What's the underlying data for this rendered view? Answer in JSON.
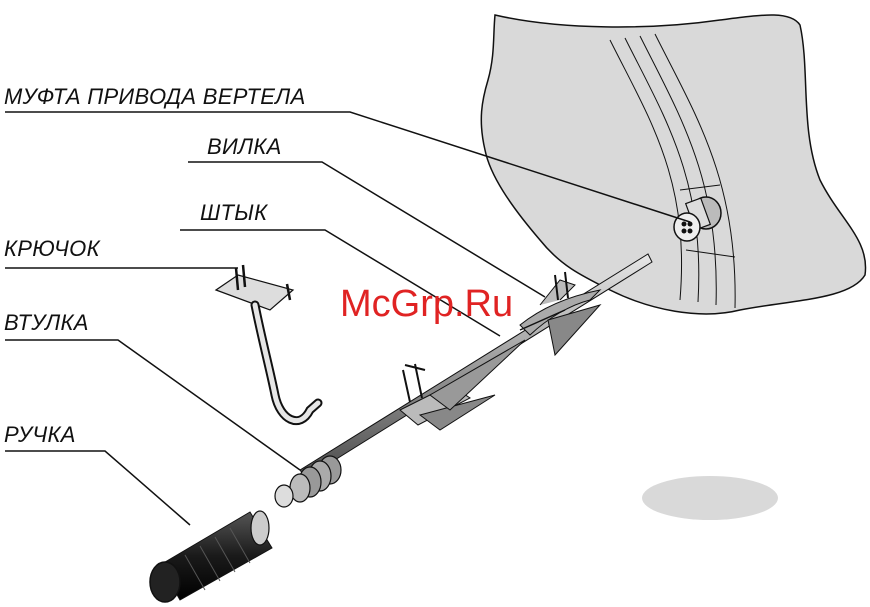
{
  "labels": {
    "coupling": "МУФТА ПРИВОДА ВЕРТЕЛА",
    "fork": "ВИЛКА",
    "spit": "ШТЫК",
    "hook": "КРЮЧОК",
    "bushing": "ВТУЛКА",
    "handle": "РУЧКА"
  },
  "watermark": "McGrp.Ru",
  "colors": {
    "oven_wall": "#d9d9d9",
    "outline": "#111111",
    "metal": "#8c8c8c",
    "watermark": "#e02323"
  }
}
